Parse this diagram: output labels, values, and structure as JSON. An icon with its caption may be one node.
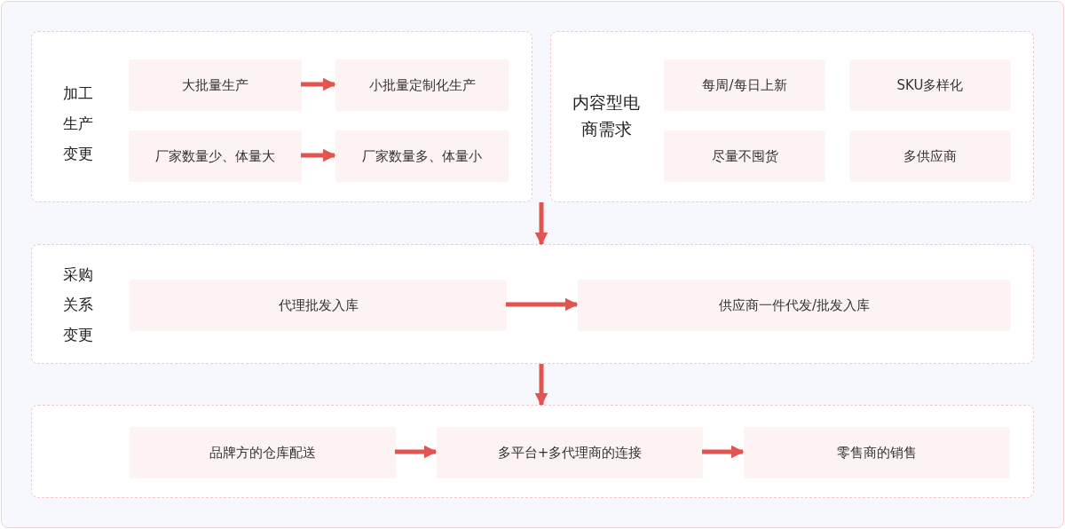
{
  "diagram": {
    "nodes": [
      {
        "text": [
          "加工生产变更"
        ]
      },
      {
        "text": [
          "大批量生产"
        ],
        "in": 0
      },
      {
        "text": [
          "小批量定制化生产"
        ],
        "in": 0
      },
      {
        "text": [
          "厂家数量少、体量大"
        ],
        "in": 0
      },
      {
        "text": [
          "厂家数量多、体量小"
        ],
        "in": 0
      },
      {
        "text": [
          "内容型电商需求"
        ]
      },
      {
        "text": [
          "每周/每日上新"
        ],
        "in": 5
      },
      {
        "text": [
          "SKU多样化"
        ],
        "in": 5
      },
      {
        "text": [
          "尽量不囤货"
        ],
        "in": 5
      },
      {
        "text": [
          "多供应商"
        ],
        "in": 5
      },
      {
        "text": [
          "采购关系变更"
        ]
      },
      {
        "text": [
          "代理批发入库"
        ],
        "in": 10
      },
      {
        "text": [
          "供应商一件代发/批发入库"
        ],
        "in": 10
      },
      {
        "text": [],
        "shape": "box"
      },
      {
        "text": [
          "品牌方的仓库配送"
        ],
        "in": 13
      },
      {
        "text": [
          "多平台+多代理商的连接"
        ],
        "in": 13
      },
      {
        "text": [
          "零售商的销售"
        ],
        "in": 13
      }
    ],
    "edges": [
      {
        "from": 1,
        "to": 2,
        "arrow": "to"
      },
      {
        "from": 3,
        "to": 4,
        "arrow": "to"
      },
      {
        "from": 11,
        "to": 12,
        "arrow": "to"
      },
      {
        "from": 14,
        "to": 15,
        "arrow": "to"
      },
      {
        "from": 15,
        "to": 16,
        "arrow": "to"
      },
      {
        "from": 0,
        "to": 10,
        "arrow": "to"
      },
      {
        "from": 5,
        "to": 10,
        "arrow": "to"
      },
      {
        "from": 10,
        "to": 13,
        "arrow": "to"
      }
    ]
  }
}
